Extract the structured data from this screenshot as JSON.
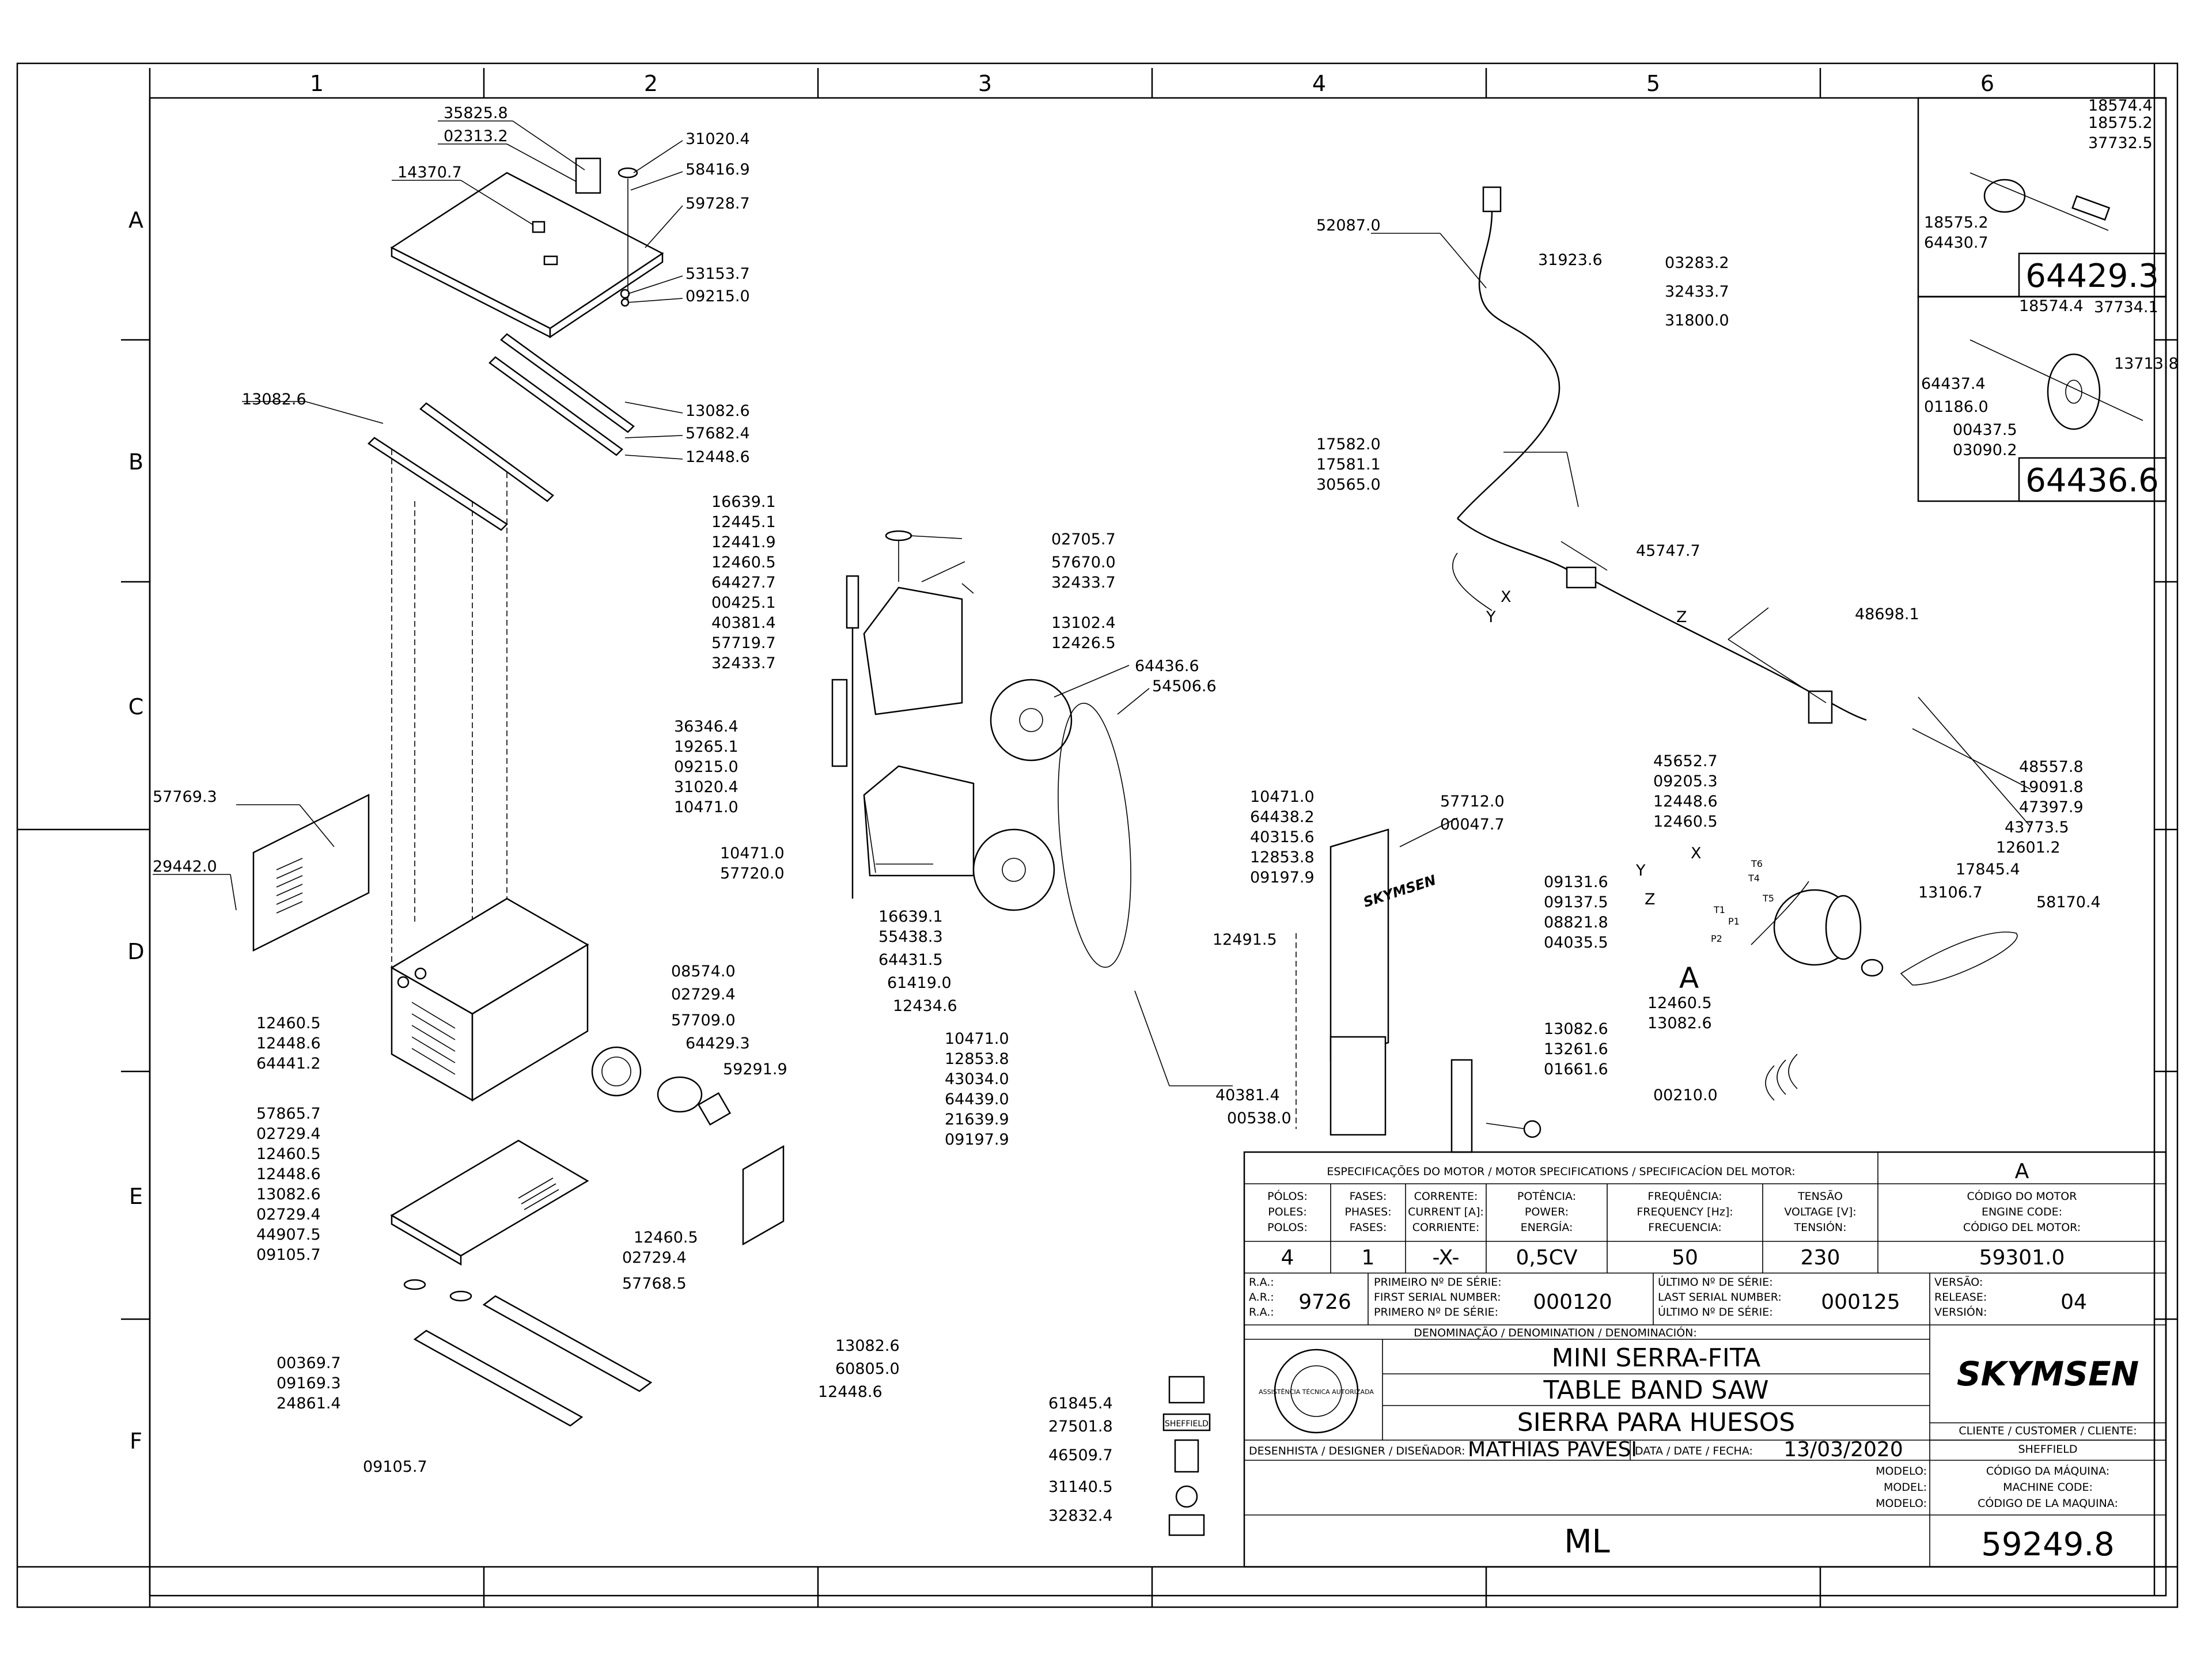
{
  "grid": {
    "columns": [
      "1",
      "2",
      "3",
      "4",
      "5",
      "6"
    ],
    "rows": [
      "A",
      "B",
      "C",
      "D",
      "E",
      "F"
    ]
  },
  "callouts": {
    "c35825_8": "35825.8",
    "c02313_2": "02313.2",
    "c14370_7": "14370.7",
    "c31020_4a": "31020.4",
    "c58416_9": "58416.9",
    "c59728_7": "59728.7",
    "c53153_7": "53153.7",
    "c09215_0a": "09215.0",
    "c13082_6a": "13082.6",
    "c13082_6b": "13082.6",
    "c57682_4": "57682.4",
    "c12448_6a": "12448.6",
    "c16639_1a": "16639.1",
    "c12445_1": "12445.1",
    "c12441_9": "12441.9",
    "c12460_5a": "12460.5",
    "c64427_7": "64427.7",
    "c00425_1": "00425.1",
    "c40381_4a": "40381.4",
    "c57719_7": "57719.7",
    "c32433_7a": "32433.7",
    "c36346_4": "36346.4",
    "c19265_1": "19265.1",
    "c09215_0b": "09215.0",
    "c31020_4b": "31020.4",
    "c10471_0a": "10471.0",
    "c10471_0b": "10471.0",
    "c57720_0": "57720.0",
    "c02705_7": "02705.7",
    "c57670_0": "57670.0",
    "c32433_7b": "32433.7",
    "c13102_4": "13102.4",
    "c12426_5": "12426.5",
    "c64436_6a": "64436.6",
    "c54506_6": "54506.6",
    "c57769_3": "57769.3",
    "c29442_0": "29442.0",
    "c12460_5b": "12460.5",
    "c12448_6b": "12448.6",
    "c64441_2": "64441.2",
    "c08574_0": "08574.0",
    "c02729_4a": "02729.4",
    "c57709_0": "57709.0",
    "c64429_3a": "64429.3",
    "c59291_9": "59291.9",
    "c16639_1b": "16639.1",
    "c55438_3": "55438.3",
    "c64431_5": "64431.5",
    "c61419_0": "61419.0",
    "c12434_6": "12434.6",
    "c10471_0c": "10471.0",
    "c64438_2": "64438.2",
    "c40315_6": "40315.6",
    "c12853_8a": "12853.8",
    "c09197_9a": "09197.9",
    "c12491_5": "12491.5",
    "c10471_0d": "10471.0",
    "c12853_8b": "12853.8",
    "c43034_0": "43034.0",
    "c64439_0": "64439.0",
    "c21639_9": "21639.9",
    "c09197_9b": "09197.9",
    "c57865_7": "57865.7",
    "c02729_4b": "02729.4",
    "c12460_5c": "12460.5",
    "c12448_6c": "12448.6",
    "c13082_6c": "13082.6",
    "c02729_4c": "02729.4",
    "c44907_5": "44907.5",
    "c09105_7a": "09105.7",
    "c12460_5d": "12460.5",
    "c02729_4d": "02729.4",
    "c57768_5": "57768.5",
    "c00369_7": "00369.7",
    "c09169_3": "09169.3",
    "c24861_4": "24861.4",
    "c09105_7b": "09105.7",
    "c13082_6d": "13082.6",
    "c60805_0": "60805.0",
    "c12448_6d": "12448.6",
    "c57712_0": "57712.0",
    "c00047_7": "00047.7",
    "c09131_6": "09131.6",
    "c09137_5": "09137.5",
    "c08821_8": "08821.8",
    "c04035_5": "04035.5",
    "c13082_6e": "13082.6",
    "c13261_6": "13261.6",
    "c01661_6": "01661.6",
    "c40381_4b": "40381.4",
    "c00538_0": "00538.0",
    "c52087_0": "52087.0",
    "c31923_6": "31923.6",
    "c03283_2": "03283.2",
    "c32433_7c": "32433.7",
    "c31800_0": "31800.0",
    "c17582_0": "17582.0",
    "c17581_1": "17581.1",
    "c30565_0": "30565.0",
    "c45747_7": "45747.7",
    "c48698_1": "48698.1",
    "c45652_7": "45652.7",
    "c09205_3": "09205.3",
    "c12448_6e": "12448.6",
    "c12460_5e": "12460.5",
    "c48557_8": "48557.8",
    "c19091_8": "19091.8",
    "c47397_9": "47397.9",
    "c43773_5": "43773.5",
    "c12601_2": "12601.2",
    "c17845_4": "17845.4",
    "c13106_7": "13106.7",
    "c58170_4": "58170.4",
    "c12460_5f": "12460.5",
    "c13082_6f": "13082.6",
    "c00210_0": "00210.0",
    "c61845_4": "61845.4",
    "c27501_8": "27501.8",
    "c46509_7": "46509.7",
    "c31140_5": "31140.5",
    "c32832_4": "32832.4",
    "c18574_4a": "18574.4",
    "c18575_2a": "18575.2",
    "c37732_5": "37732.5",
    "c18575_2b": "18575.2",
    "c64430_7": "64430.7",
    "c18574_4b": "18574.4",
    "c37734_1": "37734.1",
    "c64437_4": "64437.4",
    "c13713_8": "13713.8",
    "c01186_0": "01186.0",
    "c00437_5": "00437.5",
    "c03090_2": "03090.2"
  },
  "wire_letters": {
    "x1": "X",
    "y1": "Y",
    "z1": "Z",
    "x2": "X",
    "y2": "Y",
    "z2": "Z",
    "motor_a": "A",
    "t6": "T6",
    "t4": "T4",
    "t5": "T5",
    "t1": "T1",
    "p1": "P1",
    "p2": "P2"
  },
  "assemblies": {
    "a64429_3": "64429.3",
    "a64436_6": "64436.6"
  },
  "blade_brand": "SKYMSEN",
  "motor_spec": {
    "header": "ESPECIFICAÇÕES DO MOTOR / MOTOR SPECIFICATIONS / SPECIFICACÍON DEL MOTOR:",
    "header_right": "A",
    "col_poles": [
      "PÓLOS:",
      "POLES:",
      "POLOS:"
    ],
    "col_phases": [
      "FASES:",
      "PHASES:",
      "FASES:"
    ],
    "col_current": [
      "CORRENTE:",
      "CURRENT [A]:",
      "CORRIENTE:"
    ],
    "col_power": [
      "POTÊNCIA:",
      "POWER:",
      "ENERGÍA:"
    ],
    "col_freq": [
      "FREQUÊNCIA:",
      "FREQUENCY [Hz]:",
      "FRECUENCIA:"
    ],
    "col_voltage": [
      "TENSÃO",
      "VOLTAGE [V]:",
      "TENSIÓN:"
    ],
    "col_code": [
      "CÓDIGO DO MOTOR",
      "ENGINE CODE:",
      "CÓDIGO DEL MOTOR:"
    ],
    "poles": "4",
    "phases": "1",
    "current": "-X-",
    "power": "0,5CV",
    "frequency": "50",
    "voltage": "230",
    "engine_code": "59301.0"
  },
  "serial": {
    "ra_labels": [
      "R.A.:",
      "A.R.:",
      "R.A.:"
    ],
    "ra": "9726",
    "first_labels": [
      "PRIMEIRO Nº DE SÉRIE:",
      "FIRST SERIAL NUMBER:",
      "PRIMERO Nº DE SÉRIE:"
    ],
    "first": "000120",
    "last_labels": [
      "ÚLTIMO Nº DE SÉRIE:",
      "LAST SERIAL NUMBER:",
      "ÚLTIMO Nº DE SÉRIE:"
    ],
    "last": "000125",
    "version_labels": [
      "VERSÃO:",
      "RELEASE:",
      "VERSIÓN:"
    ],
    "version": "04"
  },
  "denomination": {
    "label": "DENOMINAÇÃO / DENOMINATION / DENOMINACIÓN:",
    "pt": "MINI SERRA-FITA",
    "en": "TABLE BAND SAW",
    "es": "SIERRA PARA HUESOS"
  },
  "stamp_text": "ASSISTÊNCIA TÉCNICA AUTORIZADA",
  "brand": "SKYMSEN",
  "client": {
    "label": "CLIENTE / CUSTOMER / CLIENTE:",
    "value": "SHEFFIELD"
  },
  "designer": {
    "label": "DESENHISTA / DESIGNER / DISEÑADOR:",
    "value": "MATHIAS PAVESI"
  },
  "date": {
    "label": "DATA / DATE / FECHA:",
    "value": "13/03/2020"
  },
  "model": {
    "labels": [
      "MODELO:",
      "MODEL:",
      "MODELO:"
    ],
    "value": "ML"
  },
  "machine_code": {
    "labels": [
      "CÓDIGO DA MÁQUINA:",
      "MACHINE CODE:",
      "CÓDIGO DE LA MAQUINA:"
    ],
    "value": "59249.8"
  },
  "label_plate_text": "SHEFFIELD"
}
